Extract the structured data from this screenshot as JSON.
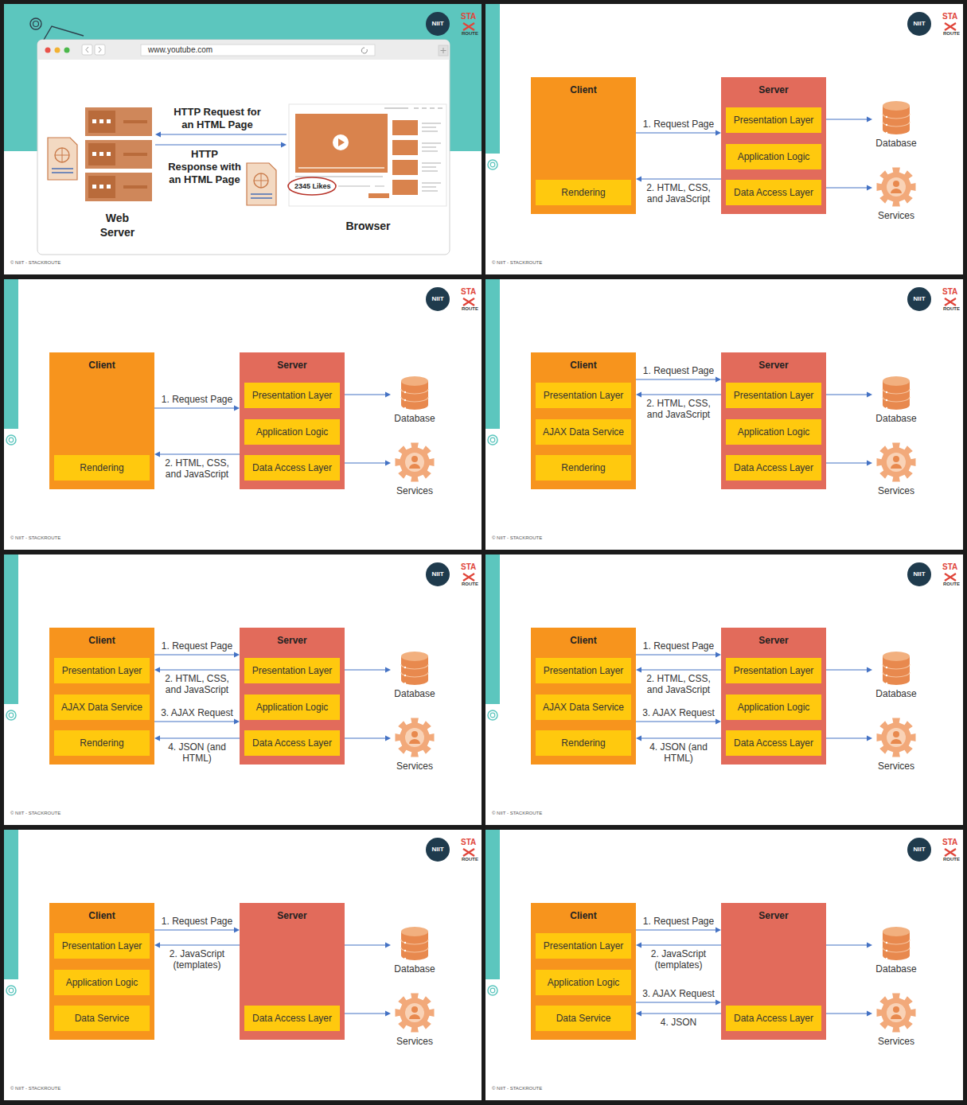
{
  "diagram": {
    "nodes": [
      {
        "text": [
          "Web Server"
        ]
      },
      {
        "text": [
          "Browser"
        ]
      },
      {
        "text": [
          "Client"
        ]
      },
      {
        "text": [
          "Rendering"
        ],
        "in": 2
      },
      {
        "text": [
          "Server"
        ]
      },
      {
        "text": [
          "Presentation Layer"
        ],
        "in": 4
      },
      {
        "text": [
          "Application Logic"
        ],
        "in": 4
      },
      {
        "text": [
          "Data Access Layer"
        ],
        "in": 4
      },
      {
        "text": [
          "Database"
        ]
      },
      {
        "text": [
          "Services"
        ]
      },
      {
        "text": [
          "Client"
        ]
      },
      {
        "text": [
          "Rendering"
        ],
        "in": 10
      },
      {
        "text": [
          "Server"
        ]
      },
      {
        "text": [
          "Presentation Layer"
        ],
        "in": 12
      },
      {
        "text": [
          "Application Logic"
        ],
        "in": 12
      },
      {
        "text": [
          "Data Access Layer"
        ],
        "in": 12
      },
      {
        "text": [
          "Database"
        ]
      },
      {
        "text": [
          "Services"
        ]
      },
      {
        "text": [
          "Client"
        ]
      },
      {
        "text": [
          "Presentation Layer"
        ],
        "in": 18
      },
      {
        "text": [
          "AJAX Data Service"
        ],
        "in": 18
      },
      {
        "text": [
          "Rendering"
        ],
        "in": 18
      },
      {
        "text": [
          "Server"
        ]
      },
      {
        "text": [
          "Presentation Layer"
        ],
        "in": 22
      },
      {
        "text": [
          "Application Logic"
        ],
        "in": 22
      },
      {
        "text": [
          "Data Access Layer"
        ],
        "in": 22
      },
      {
        "text": [
          "Database"
        ]
      },
      {
        "text": [
          "Services"
        ]
      },
      {
        "text": [
          "Client"
        ]
      },
      {
        "text": [
          "Presentation Layer"
        ],
        "in": 28
      },
      {
        "text": [
          "AJAX Data Service"
        ],
        "in": 28
      },
      {
        "text": [
          "Rendering"
        ],
        "in": 28
      },
      {
        "text": [
          "Server"
        ]
      },
      {
        "text": [
          "Presentation Layer"
        ],
        "in": 32
      },
      {
        "text": [
          "Application Logic"
        ],
        "in": 32
      },
      {
        "text": [
          "Data Access Layer"
        ],
        "in": 32
      },
      {
        "text": [
          "Database"
        ]
      },
      {
        "text": [
          "Services"
        ]
      },
      {
        "text": [
          "Client"
        ]
      },
      {
        "text": [
          "Presentation Layer"
        ],
        "in": 38
      },
      {
        "text": [
          "AJAX Data Service"
        ],
        "in": 38
      },
      {
        "text": [
          "Rendering"
        ],
        "in": 38
      },
      {
        "text": [
          "Server"
        ]
      },
      {
        "text": [
          "Presentation Layer"
        ],
        "in": 42
      },
      {
        "text": [
          "Application Logic"
        ],
        "in": 42
      },
      {
        "text": [
          "Data Access Layer"
        ],
        "in": 42
      },
      {
        "text": [
          "Database"
        ]
      },
      {
        "text": [
          "Services"
        ]
      },
      {
        "text": [
          "Client"
        ]
      },
      {
        "text": [
          "Presentation Layer"
        ],
        "in": 48
      },
      {
        "text": [
          "Application Logic"
        ],
        "in": 48
      },
      {
        "text": [
          "Data Service"
        ],
        "in": 48
      },
      {
        "text": [
          "Server"
        ]
      },
      {
        "text": [
          "Data Access Layer"
        ],
        "in": 52
      },
      {
        "text": [
          "Database"
        ]
      },
      {
        "text": [
          "Services"
        ]
      },
      {
        "text": [
          "Client"
        ]
      },
      {
        "text": [
          "Presentation Layer"
        ],
        "in": 56
      },
      {
        "text": [
          "Application Logic"
        ],
        "in": 56
      },
      {
        "text": [
          "Data Service"
        ],
        "in": 56
      },
      {
        "text": [
          "Server"
        ]
      },
      {
        "text": [
          "Data Access Layer"
        ],
        "in": 60
      },
      {
        "text": [
          "Database"
        ]
      },
      {
        "text": [
          "Services"
        ]
      }
    ],
    "edges": [
      {
        "from": 1,
        "to": 0,
        "label": "HTTP Request for an HTML Page",
        "arrow": "to"
      },
      {
        "from": 0,
        "to": 1,
        "label": "HTTP Response with an HTML Page",
        "arrow": "to"
      },
      {
        "from": 2,
        "to": 4,
        "label": "1. Request Page",
        "arrow": "to"
      },
      {
        "from": 4,
        "to": 2,
        "label": "2. HTML, CSS, and JavaScript",
        "arrow": "to"
      },
      {
        "from": 4,
        "to": 8,
        "arrow": "to"
      },
      {
        "from": 4,
        "to": 9,
        "arrow": "to"
      },
      {
        "from": 10,
        "to": 12,
        "label": "1. Request Page",
        "arrow": "to"
      },
      {
        "from": 12,
        "to": 10,
        "label": "2. HTML, CSS, and JavaScript",
        "arrow": "to"
      },
      {
        "from": 12,
        "to": 16,
        "arrow": "to"
      },
      {
        "from": 12,
        "to": 17,
        "arrow": "to"
      },
      {
        "from": 18,
        "to": 22,
        "label": "1. Request Page",
        "arrow": "to"
      },
      {
        "from": 22,
        "to": 18,
        "label": "2. HTML, CSS, and JavaScript",
        "arrow": "to"
      },
      {
        "from": 22,
        "to": 26,
        "arrow": "to"
      },
      {
        "from": 22,
        "to": 27,
        "arrow": "to"
      },
      {
        "from": 28,
        "to": 32,
        "label": "1. Request Page",
        "arrow": "to"
      },
      {
        "from": 32,
        "to": 28,
        "label": "2. HTML, CSS, and JavaScript",
        "arrow": "to"
      },
      {
        "from": 28,
        "to": 32,
        "label": "3. AJAX Request",
        "arrow": "to"
      },
      {
        "from": 32,
        "to": 28,
        "label": "4. JSON (and HTML)",
        "arrow": "to"
      },
      {
        "from": 32,
        "to": 36,
        "arrow": "to"
      },
      {
        "from": 32,
        "to": 37,
        "arrow": "to"
      },
      {
        "from": 38,
        "to": 42,
        "label": "1. Request Page",
        "arrow": "to"
      },
      {
        "from": 42,
        "to": 38,
        "label": "2. HTML, CSS, and JavaScript",
        "arrow": "to"
      },
      {
        "from": 38,
        "to": 42,
        "label": "3. AJAX Request",
        "arrow": "to"
      },
      {
        "from": 42,
        "to": 38,
        "label": "4. JSON (and HTML)",
        "arrow": "to"
      },
      {
        "from": 42,
        "to": 46,
        "arrow": "to"
      },
      {
        "from": 42,
        "to": 47,
        "arrow": "to"
      },
      {
        "from": 48,
        "to": 52,
        "label": "1. Request Page",
        "arrow": "to"
      },
      {
        "from": 52,
        "to": 48,
        "label": "2. JavaScript (templates)",
        "arrow": "to"
      },
      {
        "from": 52,
        "to": 54,
        "arrow": "to"
      },
      {
        "from": 52,
        "to": 55,
        "arrow": "to"
      },
      {
        "from": 56,
        "to": 60,
        "label": "1. Request Page",
        "arrow": "to"
      },
      {
        "from": 60,
        "to": 56,
        "label": "2. JavaScript (templates)",
        "arrow": "to"
      },
      {
        "from": 56,
        "to": 60,
        "label": "3. AJAX Request",
        "arrow": "to"
      },
      {
        "from": 60,
        "to": 56,
        "label": "4. JSON",
        "arrow": "to"
      },
      {
        "from": 60,
        "to": 62,
        "arrow": "to"
      },
      {
        "from": 60,
        "to": 63,
        "arrow": "to"
      }
    ],
    "labels": [
      "www.youtube.com",
      "2345 Likes",
      "NIIT",
      "STA",
      "ROUTE",
      "© NIIT - STACKROUTE",
      "NIIT",
      "STA",
      "ROUTE",
      "© NIIT - STACKROUTE",
      "NIIT",
      "STA",
      "ROUTE",
      "© NIIT - STACKROUTE",
      "NIIT",
      "STA",
      "ROUTE",
      "© NIIT - STACKROUTE",
      "NIIT",
      "STA",
      "ROUTE",
      "© NIIT - STACKROUTE",
      "NIIT",
      "STA",
      "ROUTE",
      "© NIIT - STACKROUTE",
      "NIIT",
      "STA",
      "ROUTE",
      "© NIIT - STACKROUTE",
      "NIIT",
      "STA",
      "ROUTE",
      "© NIIT - STACKROUTE"
    ]
  }
}
